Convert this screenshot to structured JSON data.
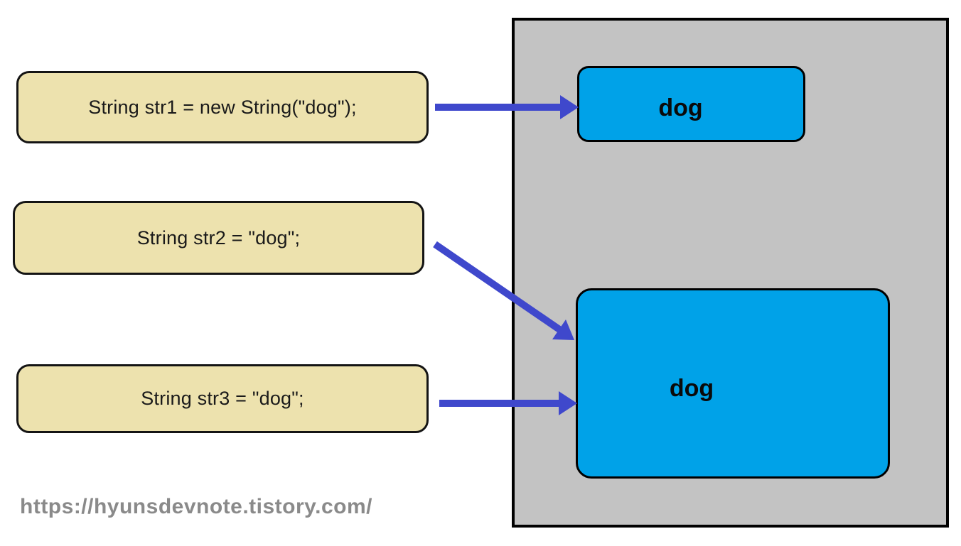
{
  "diagram": {
    "title_semantic": "Java string pool memory diagram",
    "code_boxes": [
      {
        "label": "String str1 = new String(\"dog\");"
      },
      {
        "label": "String str2 = \"dog\";"
      },
      {
        "label": "String str3 = \"dog\";"
      }
    ],
    "heap_objects": [
      {
        "label": "dog"
      },
      {
        "label": "dog"
      }
    ],
    "footer_url": "https://hyunsdevnote.tistory.com/",
    "colors": {
      "code_box_fill": "#EDE2AE",
      "string_object_fill": "#00A2E8",
      "heap_fill": "#C3C3C3",
      "border": "#000000",
      "arrow": "#3F48CC",
      "footer_text": "#8A8A8A"
    }
  }
}
